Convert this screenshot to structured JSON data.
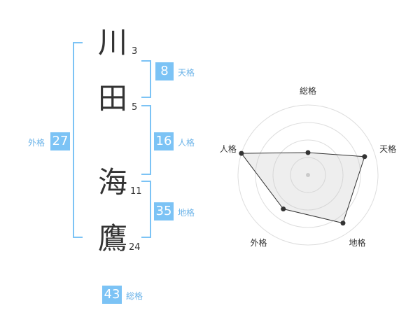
{
  "name": {
    "chars": [
      {
        "char": "川",
        "strokes": "3"
      },
      {
        "char": "田",
        "strokes": "5"
      },
      {
        "char": "海",
        "strokes": "11"
      },
      {
        "char": "鷹",
        "strokes": "24"
      }
    ]
  },
  "fortune": {
    "tenkaku": {
      "value": "8",
      "label": "天格"
    },
    "jinkaku": {
      "value": "16",
      "label": "人格"
    },
    "chikaku": {
      "value": "35",
      "label": "地格"
    },
    "gaikaku": {
      "value": "27",
      "label": "外格"
    },
    "soukaku": {
      "value": "43",
      "label": "総格"
    }
  },
  "colors": {
    "accent": "#7cc3f5",
    "accent_text": "#6bb3e8",
    "text": "#333333"
  },
  "chart_data": {
    "type": "radar",
    "axes": [
      "総格",
      "天格",
      "地格",
      "外格",
      "人格"
    ],
    "values": [
      0.32,
      0.85,
      0.85,
      0.6,
      1.0
    ],
    "rings": 4
  }
}
